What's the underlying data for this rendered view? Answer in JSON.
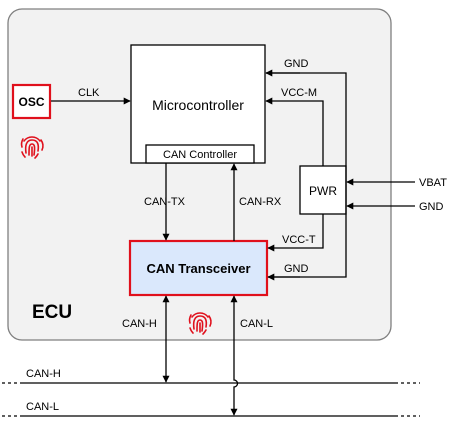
{
  "ecu": {
    "label": "ECU"
  },
  "osc": {
    "label": "OSC"
  },
  "microcontroller": {
    "label": "Microcontroller",
    "sublabel": "CAN Controller"
  },
  "pwr": {
    "label": "PWR"
  },
  "transceiver": {
    "label": "CAN Transceiver"
  },
  "signals": {
    "clk": "CLK",
    "gnd_mcu": "GND",
    "vcc_m": "VCC-M",
    "can_tx": "CAN-TX",
    "can_rx": "CAN-RX",
    "vcc_t": "VCC-T",
    "gnd_trx": "GND",
    "vbat": "VBAT",
    "gnd_ext": "GND",
    "canh_stub": "CAN-H",
    "canl_stub": "CAN-L",
    "canh_bus": "CAN-H",
    "canl_bus": "CAN-L"
  },
  "colors": {
    "ecu_fill": "#f2f2f2",
    "ecu_stroke": "#7f7f7f",
    "highlight_red": "#e0101c",
    "transceiver_fill": "#dae8fc",
    "fingerprint": "#e0101c"
  },
  "icons": [
    "fingerprint-icon",
    "fingerprint-icon"
  ]
}
